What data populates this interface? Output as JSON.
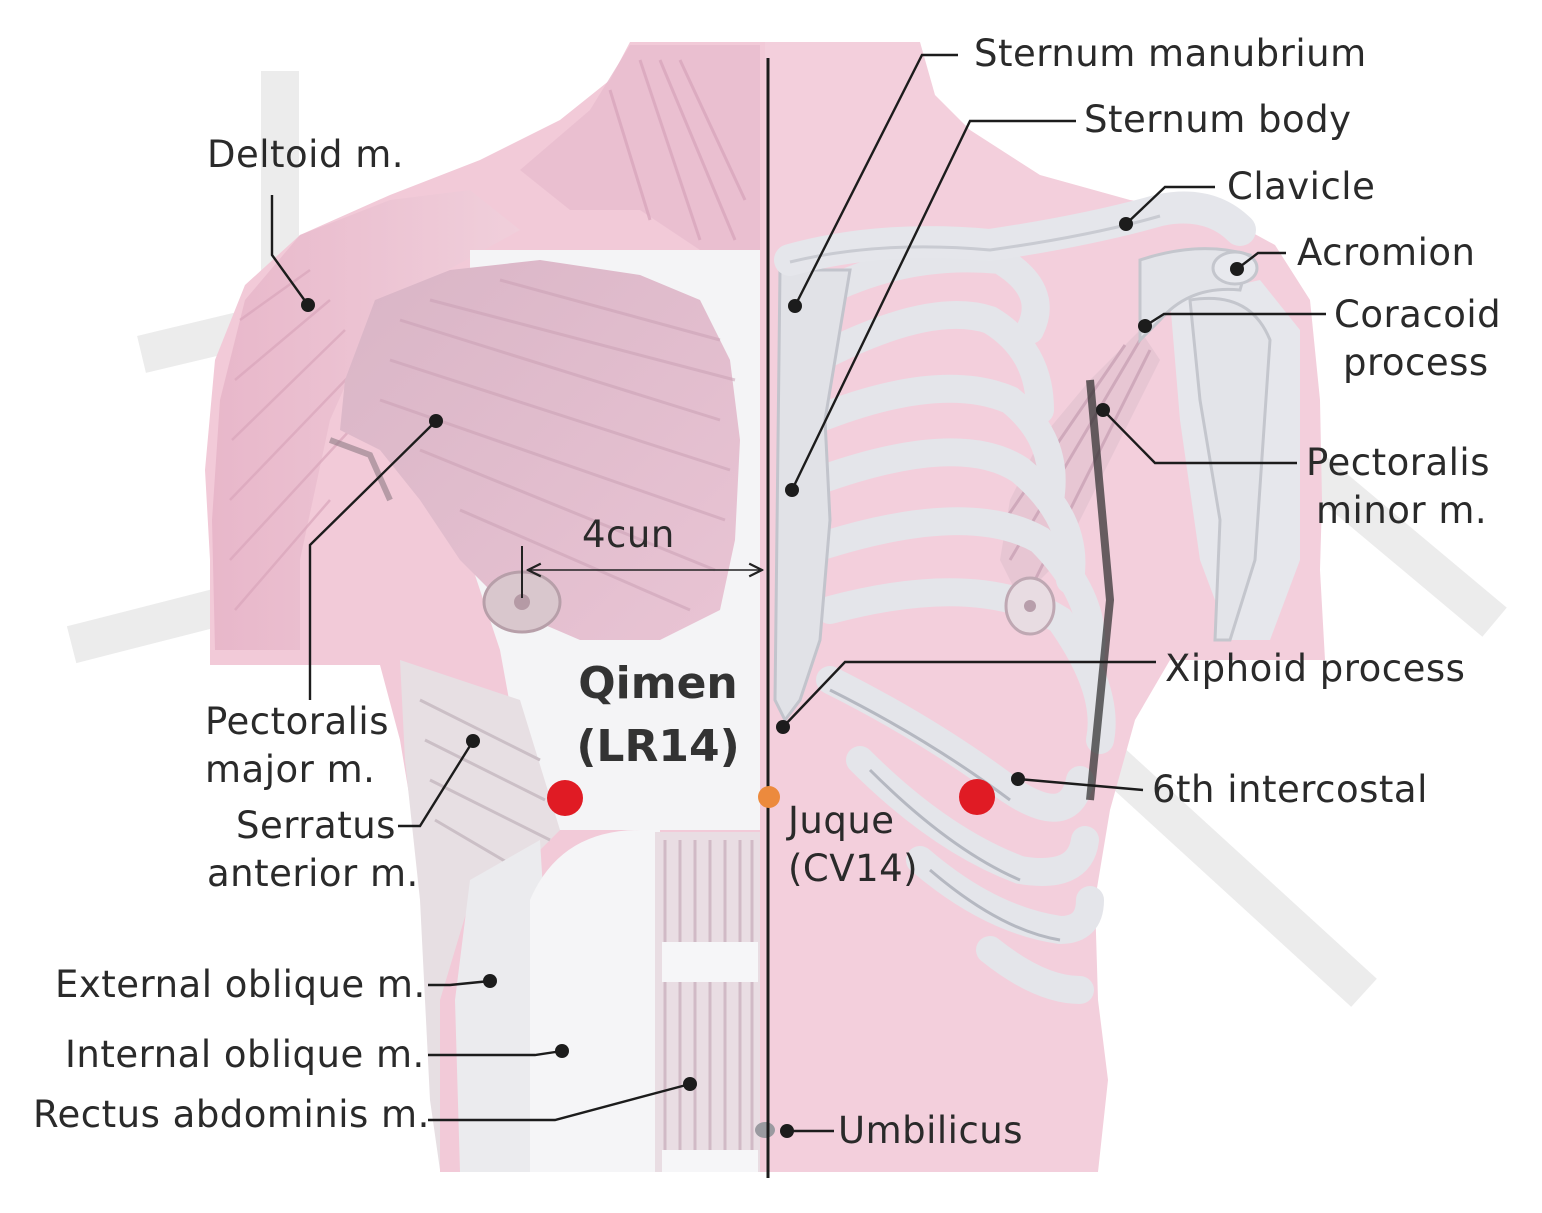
{
  "colors": {
    "skin": "#f2cad8",
    "skin_dark": "#e4a9bf",
    "bone": "#e7e8ec",
    "bone_shadow": "#b9bcc4",
    "muscle_white": "#f1f1f3",
    "line": "#1c1c1c",
    "acupoint": "#e01b24",
    "secondary_point": "#ec8a3d",
    "text": "#2a2a2a"
  },
  "labels": {
    "deltoid": "Deltoid m.",
    "sternum_manubrium": "Sternum manubrium",
    "sternum_body": "Sternum body",
    "clavicle": "Clavicle",
    "acromion": "Acromion",
    "coracoid_1": "Coracoid",
    "coracoid_2": "process",
    "pec_minor_1": "Pectoralis",
    "pec_minor_2": "minor m.",
    "distance": "4cun",
    "xiphoid": "Xiphoid process",
    "pec_major_1": "Pectoralis",
    "pec_major_2": "major m.",
    "serratus_1": "Serratus",
    "serratus_2": "anterior m.",
    "intercostal": "6th intercostal",
    "juque_1": "Juque",
    "juque_2": "(CV14)",
    "ext_oblique": "External oblique m.",
    "int_oblique": "Internal oblique m.",
    "rectus": "Rectus abdominis m.",
    "umbilicus": "Umbilicus"
  },
  "acupoint": {
    "name": "Qimen",
    "code": "(LR14)"
  }
}
